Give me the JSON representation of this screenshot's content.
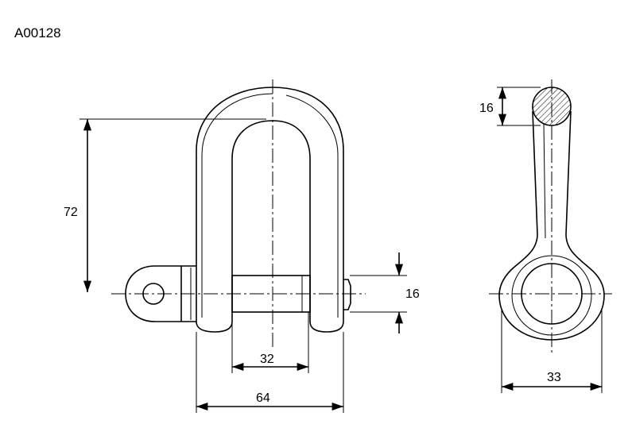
{
  "drawing": {
    "code": "A00128",
    "dimensions": {
      "height_inner": "72",
      "pin_diameter": "16",
      "inner_width": "32",
      "overall_width": "64",
      "body_diameter": "16",
      "eye_outer_diameter": "33"
    }
  }
}
